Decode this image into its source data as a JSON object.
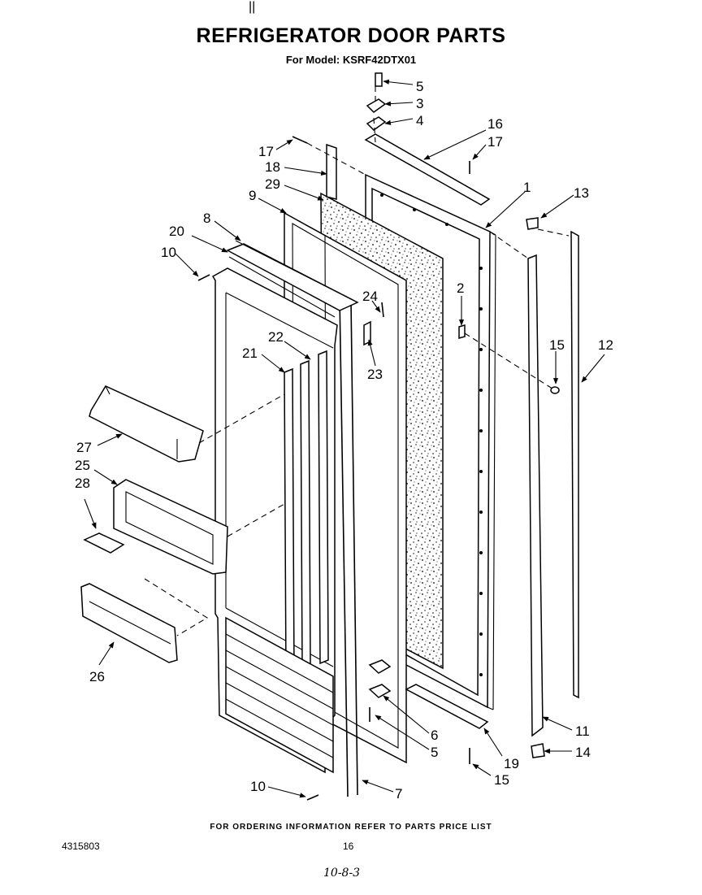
{
  "header": {
    "title": "REFRIGERATOR DOOR PARTS",
    "subtitle": "For Model: KSRF42DTX01",
    "tick_mark": "||"
  },
  "callouts": {
    "c5_top": "5",
    "c3": "3",
    "c4": "4",
    "c16": "16",
    "c17_right": "17",
    "c17_left": "17",
    "c18": "18",
    "c29": "29",
    "c9": "9",
    "c1": "1",
    "c13": "13",
    "c8": "8",
    "c20": "20",
    "c10_top": "10",
    "c24": "24",
    "c2": "2",
    "c15_mid": "15",
    "c12": "12",
    "c22": "22",
    "c21": "21",
    "c23": "23",
    "c27": "27",
    "c25": "25",
    "c28": "28",
    "c26": "26",
    "c6": "6",
    "c5_bottom": "5",
    "c19": "19",
    "c15_bottom": "15",
    "c11": "11",
    "c14": "14",
    "c10_bottom": "10",
    "c7": "7"
  },
  "footer": {
    "ordering_note": "FOR ORDERING INFORMATION REFER TO PARTS PRICE LIST",
    "doc_number": "4315803",
    "page_number": "16",
    "date_code": "10-8-3"
  }
}
